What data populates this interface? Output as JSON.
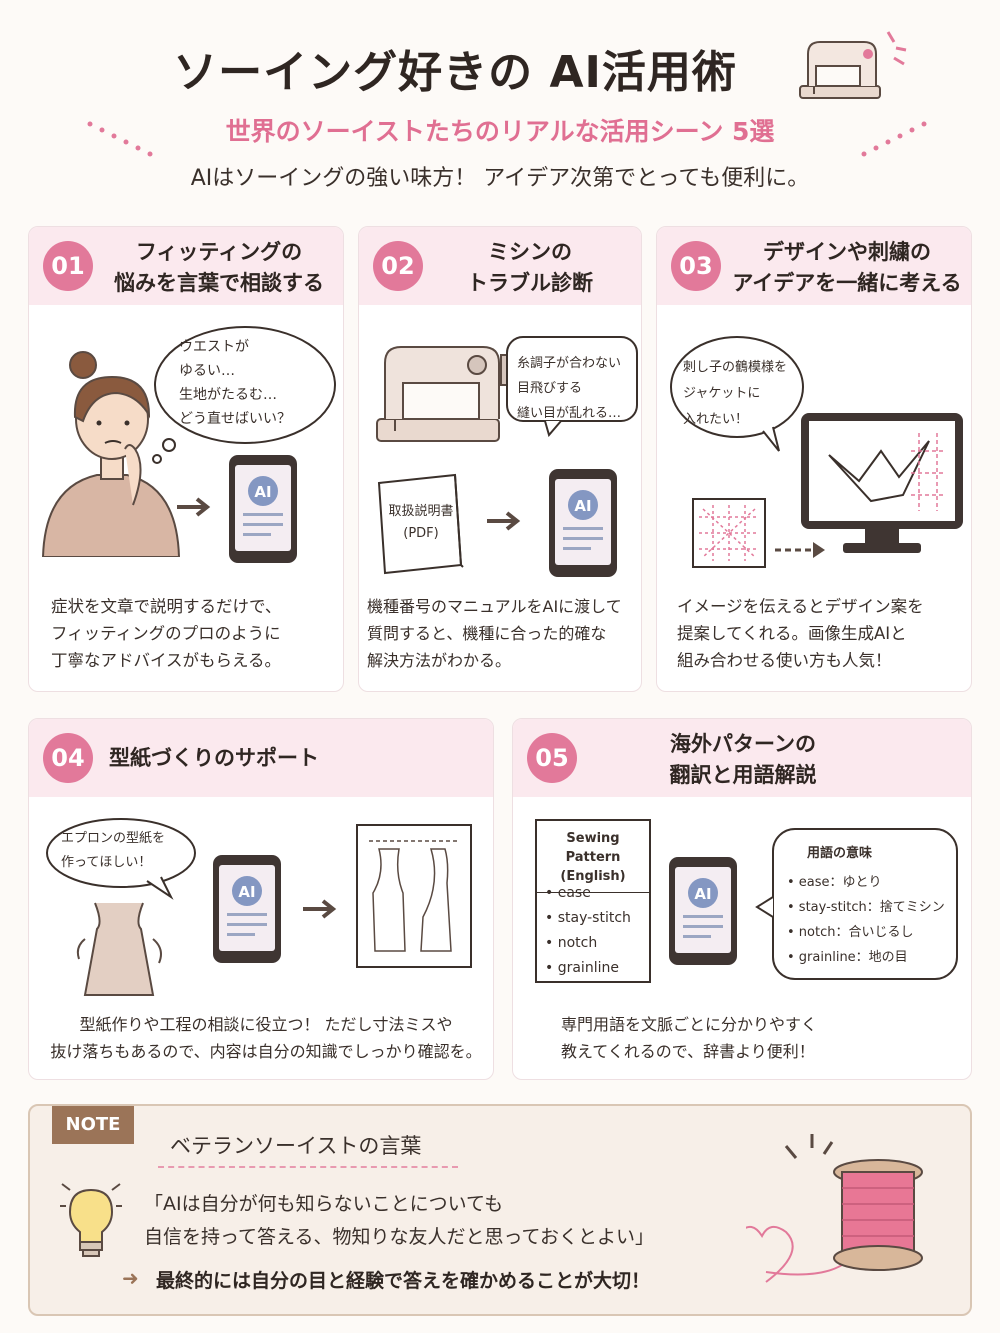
{
  "header": {
    "title": "ソーイング好きの AI活用術",
    "subtitle": "世界のソーイストたちのリアルな活用シーン 5選",
    "lead": "AIはソーイングの強い味方！ アイデア次第でとっても便利に。"
  },
  "ai_label": "AI",
  "cards": [
    {
      "num": "01",
      "title_line1": "フィッティングの",
      "title_line2": "悩みを言葉で相談する",
      "bubble": [
        "ウエストが",
        "ゆるい…",
        "生地がたるむ…",
        "どう直せばいい？"
      ],
      "desc": [
        "症状を文章で説明するだけで、",
        "フィッティングのプロのように",
        "丁寧なアドバイスがもらえる。"
      ]
    },
    {
      "num": "02",
      "title_line1": "ミシンの",
      "title_line2": "トラブル診断",
      "bubble": [
        "糸調子が合わない",
        "目飛びする",
        "縫い目が乱れる…"
      ],
      "manual": [
        "取扱説明書",
        "(PDF)"
      ],
      "desc": [
        "機種番号のマニュアルをAIに渡して",
        "質問すると、機種に合った的確な",
        "解決方法がわかる。"
      ]
    },
    {
      "num": "03",
      "title_line1": "デザインや刺繍の",
      "title_line2": "アイデアを一緒に考える",
      "bubble": [
        "刺し子の鶴模様を",
        "ジャケットに",
        "入れたい！"
      ],
      "desc": [
        "イメージを伝えるとデザイン案を",
        "提案してくれる。画像生成AIと",
        "組み合わせる使い方も人気！"
      ]
    },
    {
      "num": "04",
      "title": "型紙づくりのサポート",
      "bubble": [
        "エプロンの型紙を",
        "作ってほしい！"
      ],
      "desc": [
        "型紙作りや工程の相談に役立つ！ ただし寸法ミスや",
        "抜け落ちもあるので、内容は自分の知識でしっかり確認を。"
      ]
    },
    {
      "num": "05",
      "title_line1": "海外パターンの",
      "title_line2": "翻訳と用語解説",
      "pattern_title": [
        "Sewing Pattern",
        "(English)"
      ],
      "pattern_terms": [
        "• ease",
        "• stay-stitch",
        "• notch",
        "• grainline"
      ],
      "meaning_title": "用語の意味",
      "meanings": [
        "• ease：ゆとり",
        "• stay-stitch：捨てミシン",
        "• notch：合いじるし",
        "• grainline：地の目"
      ],
      "desc": [
        "専門用語を文脈ごとに分かりやすく",
        "教えてくれるので、辞書より便利！"
      ]
    }
  ],
  "note": {
    "tag": "NOTE",
    "heading": "ベテランソーイストの言葉",
    "quote": [
      "「AIは自分が何も知らないことについても",
      "自信を持って答える、物知りな友人だと思っておくとよい」"
    ],
    "conclusion": "最終的には自分の目と経験で答えを確かめることが大切！"
  },
  "colors": {
    "accent": "#e2799a",
    "header_bg": "#fbe9ee",
    "brown": "#9b7458"
  }
}
